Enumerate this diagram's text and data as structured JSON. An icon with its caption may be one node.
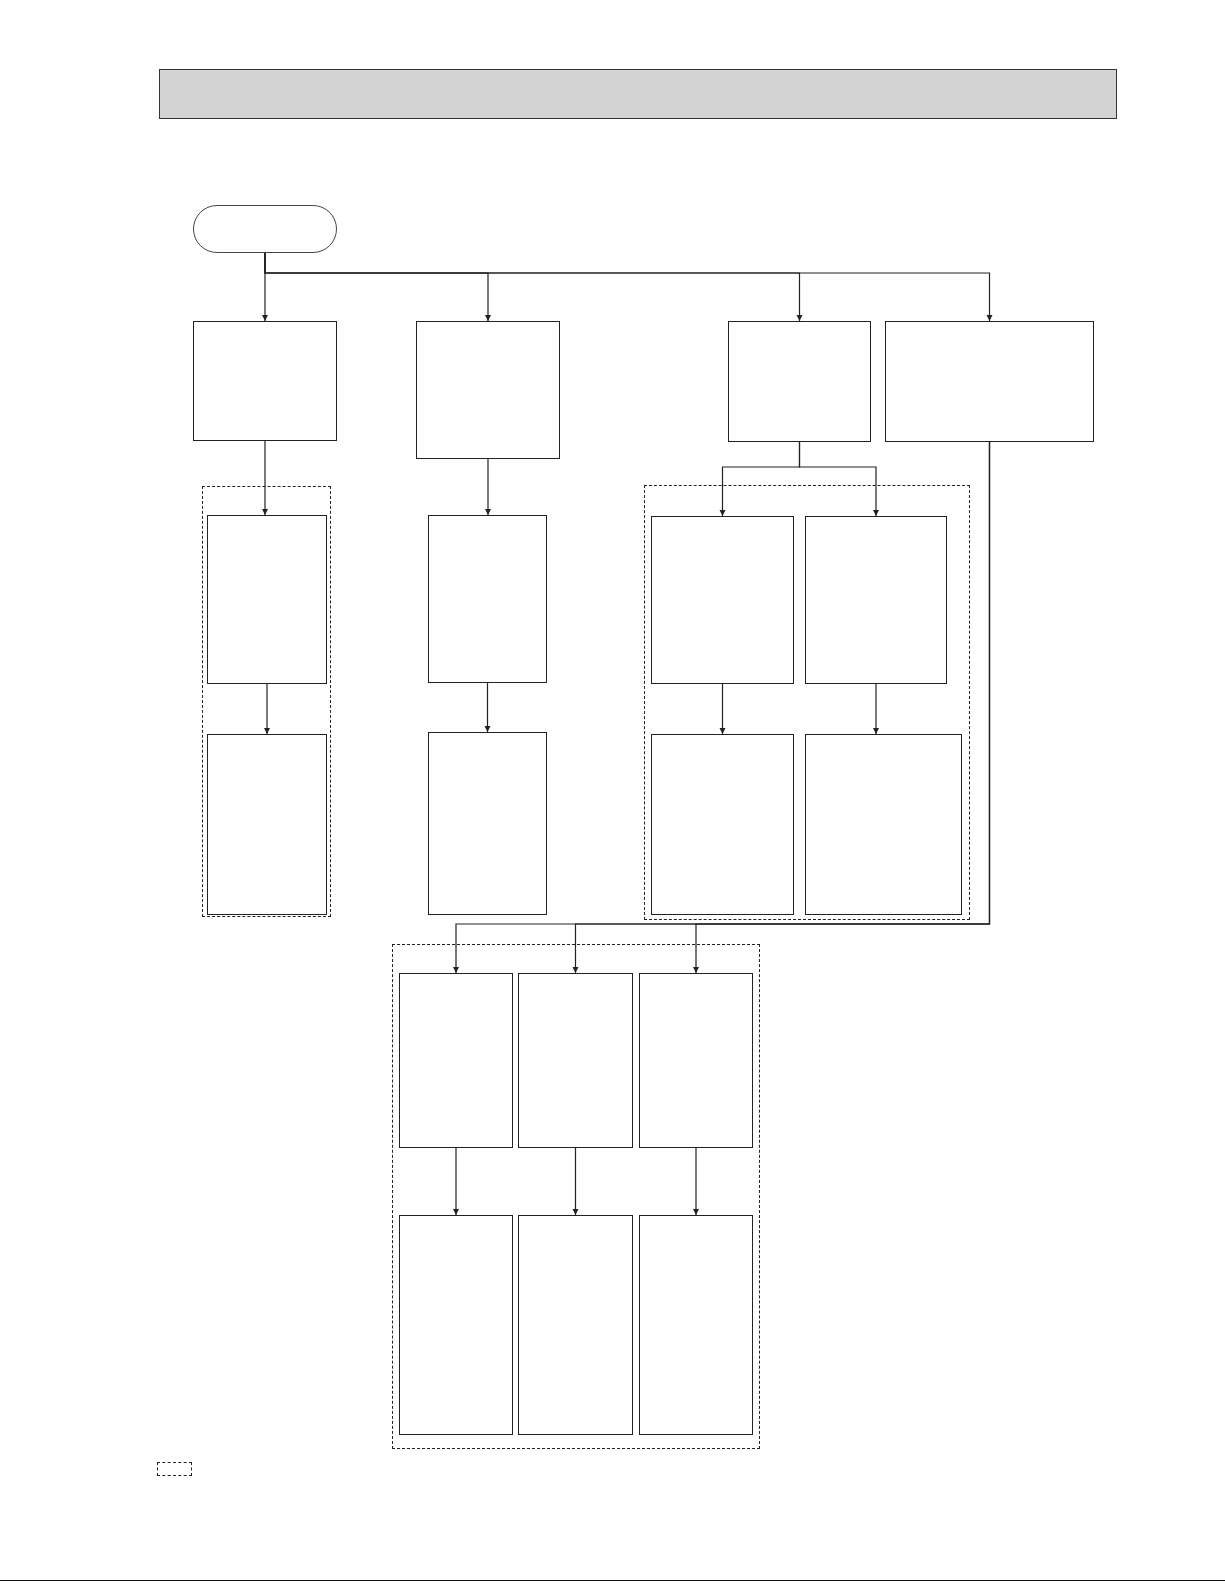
{
  "diagram": {
    "nodes": [
      {
        "text": [],
        "shape": "bar"
      },
      {
        "text": [],
        "shape": "oval"
      },
      {
        "text": [],
        "shape": "box"
      },
      {
        "text": [],
        "shape": "box"
      },
      {
        "text": [],
        "shape": "box"
      },
      {
        "text": [],
        "shape": "box"
      },
      {
        "text": [],
        "shape": "frame"
      },
      {
        "text": [],
        "shape": "box",
        "in": 6
      },
      {
        "text": [],
        "shape": "box",
        "in": 6
      },
      {
        "text": [],
        "shape": "box"
      },
      {
        "text": [],
        "shape": "box"
      },
      {
        "text": [],
        "shape": "frame"
      },
      {
        "text": [],
        "shape": "box",
        "in": 11
      },
      {
        "text": [],
        "shape": "box",
        "in": 11
      },
      {
        "text": [],
        "shape": "box",
        "in": 11
      },
      {
        "text": [],
        "shape": "box",
        "in": 11
      },
      {
        "text": [],
        "shape": "frame"
      },
      {
        "text": [],
        "shape": "box",
        "in": 16
      },
      {
        "text": [],
        "shape": "box",
        "in": 16
      },
      {
        "text": [],
        "shape": "box",
        "in": 16
      },
      {
        "text": [],
        "shape": "box",
        "in": 16
      },
      {
        "text": [],
        "shape": "box",
        "in": 16
      },
      {
        "text": [],
        "shape": "box",
        "in": 16
      },
      {
        "text": [],
        "shape": "frame"
      }
    ],
    "edges": [
      {
        "from": 1,
        "to": 2,
        "arrow": "to"
      },
      {
        "from": 1,
        "to": 3,
        "arrow": "to"
      },
      {
        "from": 1,
        "to": 4,
        "arrow": "to"
      },
      {
        "from": 1,
        "to": 5,
        "arrow": "to"
      },
      {
        "from": 2,
        "to": 7,
        "arrow": "to"
      },
      {
        "from": 7,
        "to": 8,
        "arrow": "to"
      },
      {
        "from": 3,
        "to": 9,
        "arrow": "to"
      },
      {
        "from": 9,
        "to": 10,
        "arrow": "to"
      },
      {
        "from": 4,
        "to": 12,
        "arrow": "to"
      },
      {
        "from": 4,
        "to": 13,
        "arrow": "to"
      },
      {
        "from": 12,
        "to": 14,
        "arrow": "to"
      },
      {
        "from": 13,
        "to": 15,
        "arrow": "to"
      },
      {
        "from": 5,
        "to": 17,
        "arrow": "to"
      },
      {
        "from": 5,
        "to": 18,
        "arrow": "to"
      },
      {
        "from": 5,
        "to": 19,
        "arrow": "to"
      },
      {
        "from": 17,
        "to": 20,
        "arrow": "to"
      },
      {
        "from": 18,
        "to": 21,
        "arrow": "to"
      },
      {
        "from": 19,
        "to": 22,
        "arrow": "to"
      }
    ]
  }
}
